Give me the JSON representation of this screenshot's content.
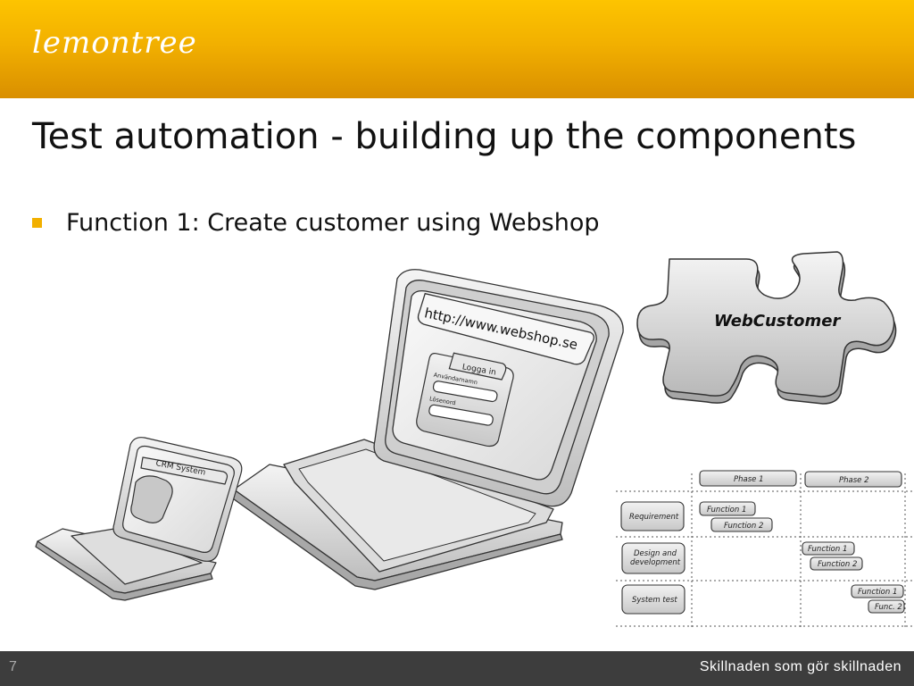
{
  "header": {
    "logo_text": "lemontree",
    "accent_color": "#f2b000"
  },
  "slide": {
    "title": "Test automation - building up the components",
    "bullets": [
      "Function 1: Create customer using Webshop"
    ]
  },
  "laptop_large": {
    "url_text": "http://www.webshop.se",
    "login_title": "Logga in",
    "username_label": "Användarnamn",
    "password_label": "Lösenord"
  },
  "laptop_small": {
    "screen_label": "CRM System"
  },
  "puzzle": {
    "label": "WebCustomer"
  },
  "matrix": {
    "phase_1": "Phase 1",
    "phase_2": "Phase 2",
    "rows": [
      "Requirement",
      "Design and",
      "development",
      "System test"
    ],
    "req_function_1": "Function 1",
    "req_function_2": "Function 2",
    "des_function_1": "Function 1",
    "des_function_2": "Function 2",
    "sys_function_1": "Function 1",
    "sys_function_2": "Func. 2"
  },
  "footer": {
    "page_number": "7",
    "tagline": "Skillnaden som gör skillnaden"
  }
}
